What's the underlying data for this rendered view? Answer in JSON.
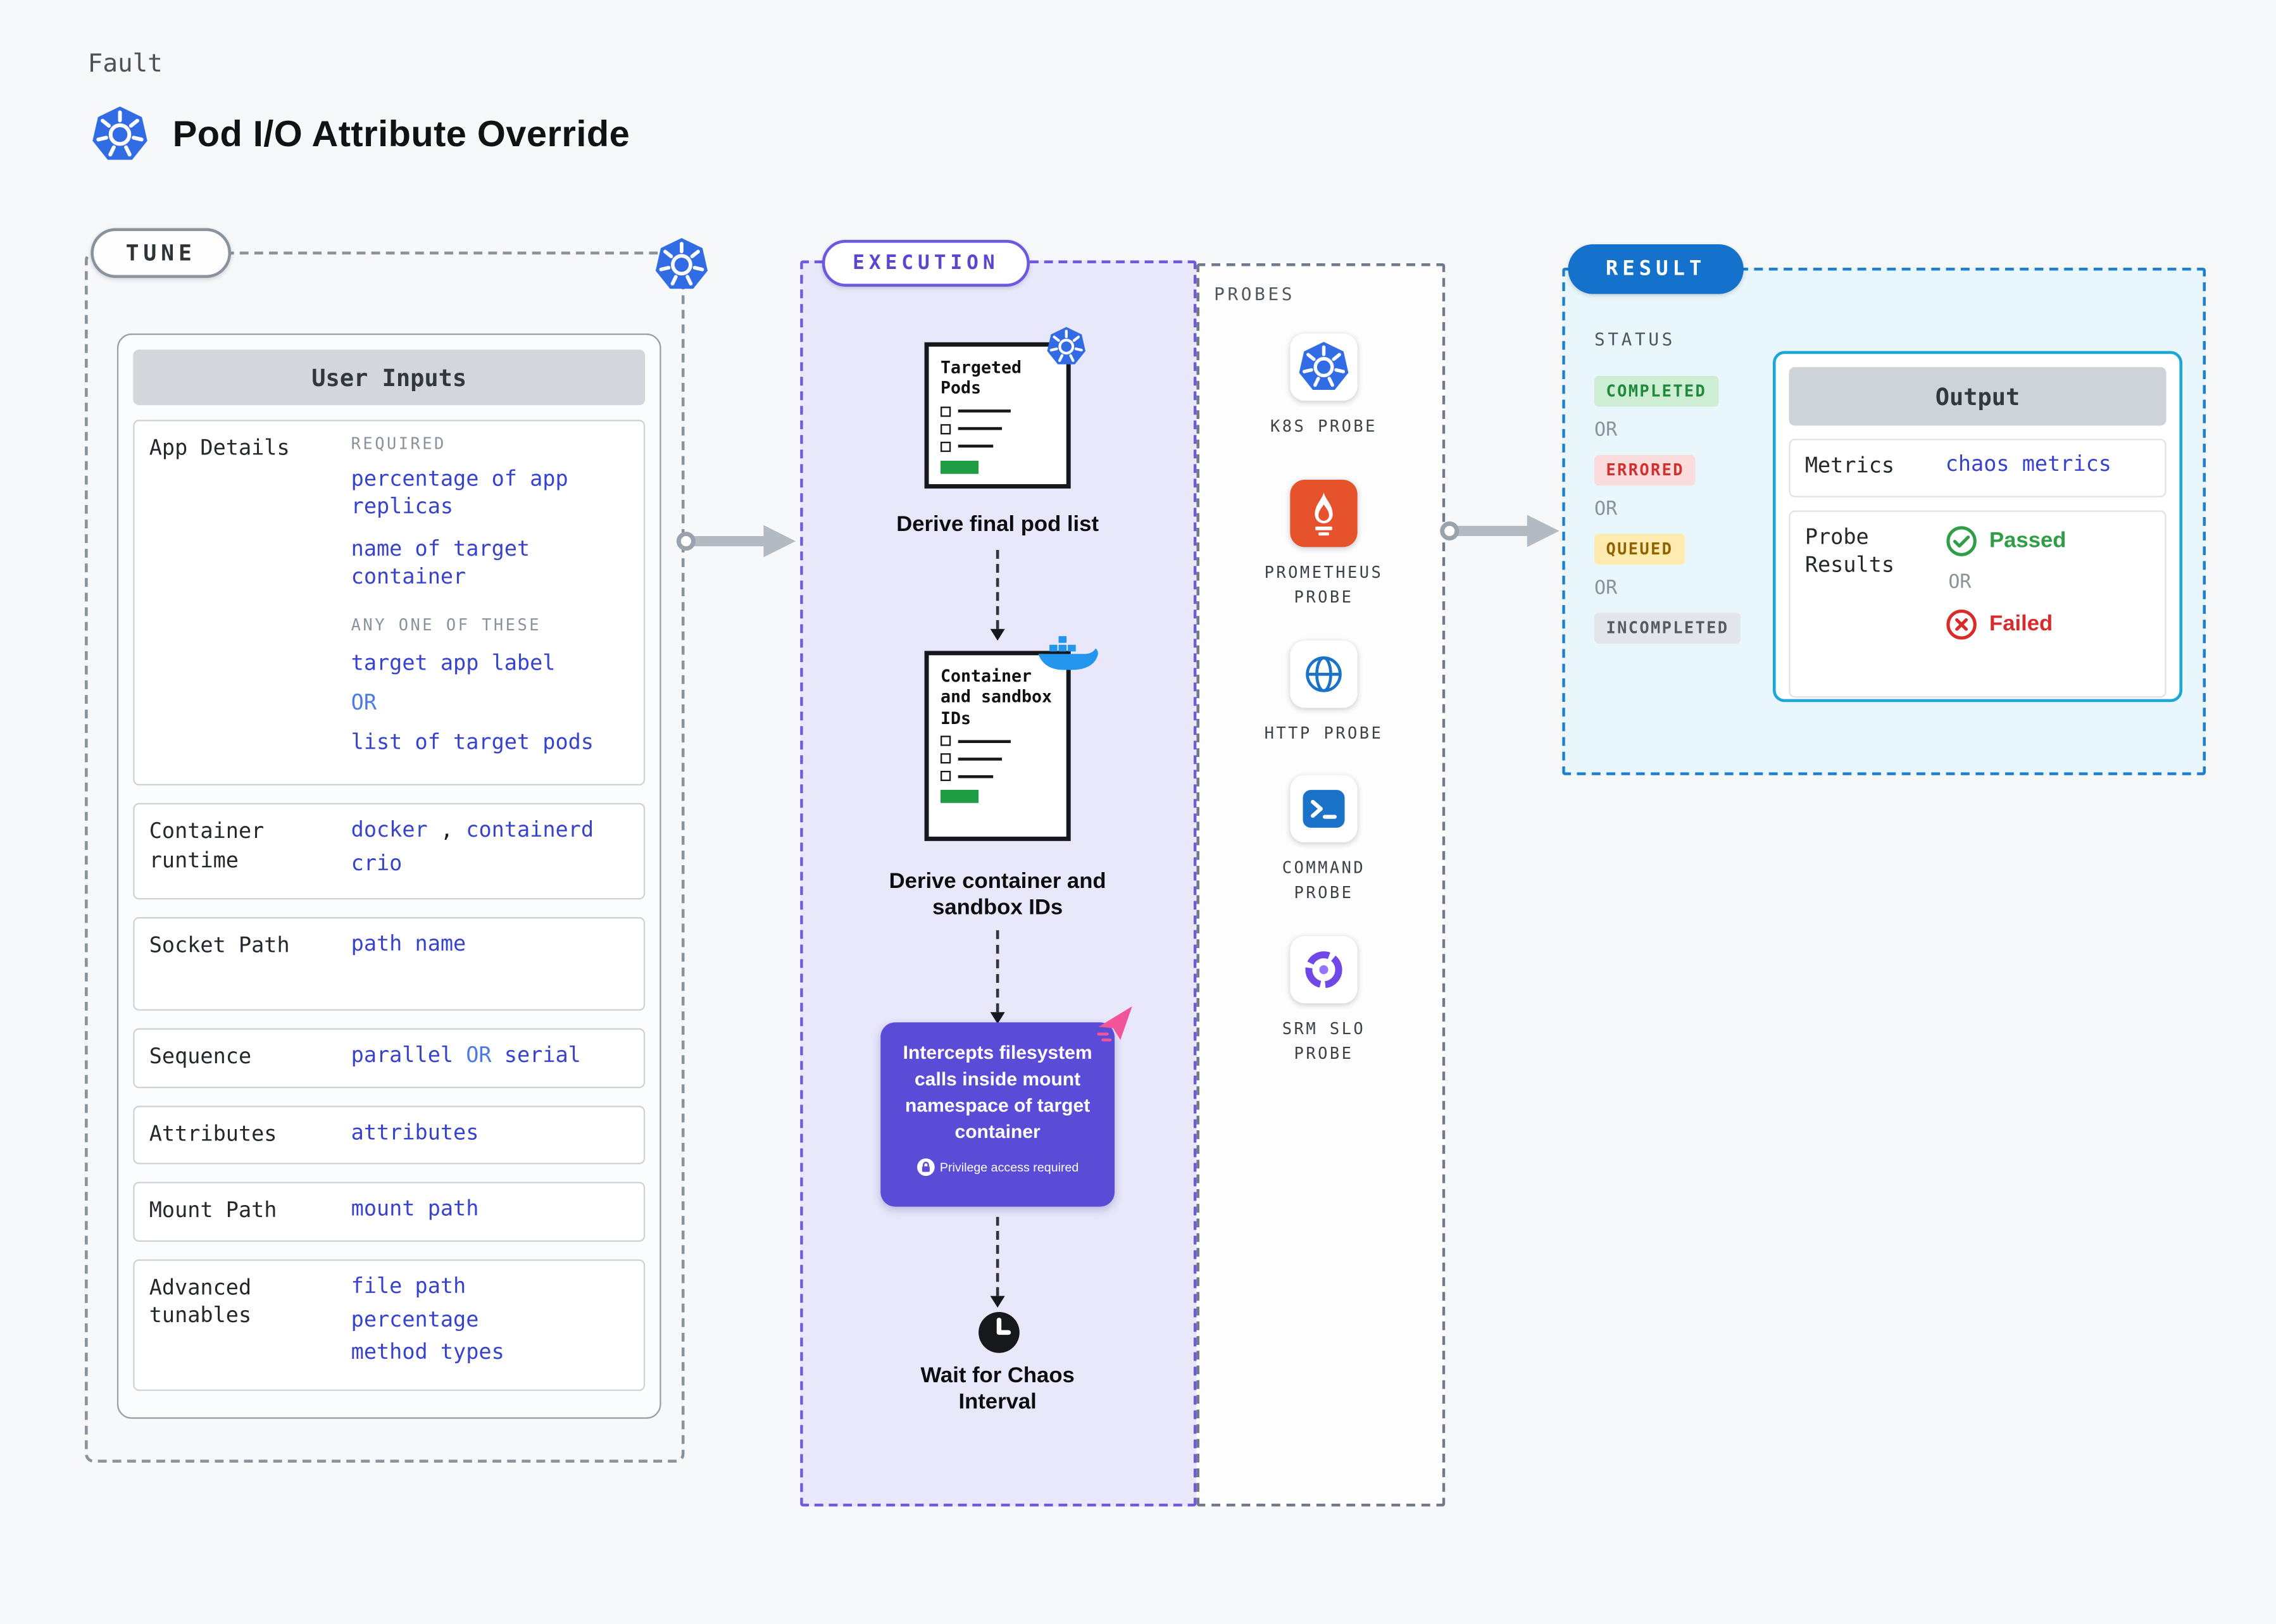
{
  "colors": {
    "value_blue": "#3843cd",
    "or_blue": "#4d7be5",
    "execution_purple": "#5a4cd7",
    "result_pill_blue": "#1472cc",
    "output_border_cyan": "#1ba7d8",
    "passed_green": "#2f9e44",
    "failed_red": "#d92b2b",
    "completed_badge": "#cdeed3",
    "errored_badge": "#fbdcdc",
    "queued_badge": "#ffeab0",
    "incompleted_badge": "#e2e5e9",
    "kubernetes_blue": "#326ce5",
    "docker_blue": "#2496ed",
    "prometheus_orange": "#e6522c"
  },
  "header": {
    "eyebrow": "Fault",
    "title": "Pod I/O Attribute Override"
  },
  "common": {
    "or": "OR"
  },
  "tune": {
    "label": "TUNE",
    "panel_title": "User Inputs",
    "app_details": {
      "label": "App Details",
      "required_label": "REQUIRED",
      "required_values": [
        "percentage of app replicas",
        "name of target container"
      ],
      "any_label": "ANY ONE OF THESE",
      "option_a": "target app label",
      "or": "OR",
      "option_b": "list of target pods"
    },
    "container_runtime": {
      "label": "Container runtime",
      "v1": "docker",
      "sep": ",",
      "v2": "containerd",
      "v3": "crio"
    },
    "socket_path": {
      "label": "Socket Path",
      "value": "path name"
    },
    "sequence": {
      "label": "Sequence",
      "v1": "parallel",
      "or": "OR",
      "v2": "serial"
    },
    "attributes": {
      "label": "Attributes",
      "value": "attributes"
    },
    "mount_path": {
      "label": "Mount Path",
      "value": "mount path"
    },
    "advanced": {
      "label": "Advanced tunables",
      "v1": "file path",
      "v2": "percentage",
      "v3": "method types"
    }
  },
  "execution": {
    "label": "EXECUTION",
    "step1": {
      "doc_title": "Targeted Pods",
      "caption": "Derive final pod list"
    },
    "step2": {
      "doc_title": "Container and sandbox IDs",
      "caption": "Derive container and sandbox IDs"
    },
    "intercept": {
      "text": "Intercepts filesystem calls inside mount namespace of target container",
      "badge": "Privilege access required"
    },
    "wait_caption": "Wait for Chaos Interval"
  },
  "probes": {
    "label": "PROBES",
    "items": [
      {
        "name": "K8S PROBE",
        "icon": "kubernetes"
      },
      {
        "name": "PROMETHEUS PROBE",
        "icon": "prometheus"
      },
      {
        "name": "HTTP PROBE",
        "icon": "globe"
      },
      {
        "name": "COMMAND PROBE",
        "icon": "terminal"
      },
      {
        "name": "SRM SLO PROBE",
        "icon": "srm-slo"
      }
    ]
  },
  "result": {
    "label": "RESULT",
    "status": {
      "label": "STATUS",
      "badges": [
        {
          "text": "COMPLETED",
          "tone": "green"
        },
        {
          "text": "ERRORED",
          "tone": "red"
        },
        {
          "text": "QUEUED",
          "tone": "yellow"
        },
        {
          "text": "INCOMPLETED",
          "tone": "gray"
        }
      ]
    },
    "output": {
      "title": "Output",
      "metrics_label": "Metrics",
      "metrics_value": "chaos metrics",
      "probe_results_label": "Probe Results",
      "passed": "Passed",
      "failed": "Failed"
    }
  }
}
